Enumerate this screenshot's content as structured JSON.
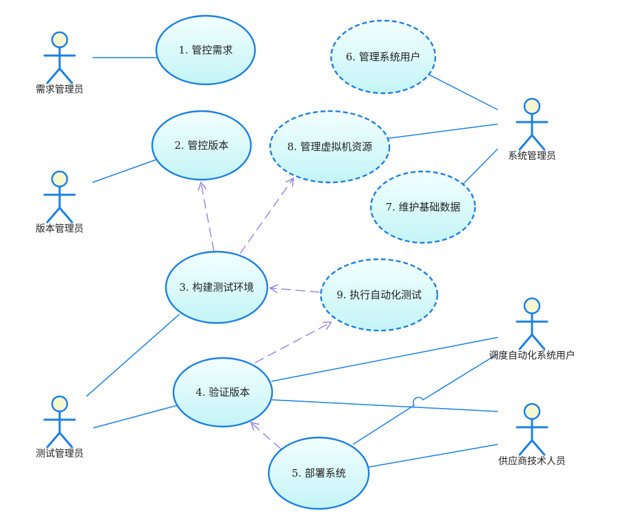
{
  "colors": {
    "stroke": "#1a7fe6",
    "fill_top": "#f3ffff",
    "fill_bottom": "#c4f4f6",
    "actor_head": "#f7f7cf",
    "dependency": "#9a86e6",
    "text": "#222222"
  },
  "actors": {
    "req_admin": "需求管理员",
    "ver_admin": "版本管理员",
    "test_admin": "测试管理员",
    "sys_admin": "系统管理员",
    "auto_user": "调度自动化系统用户",
    "vendor": "供应商技术人员"
  },
  "usecases": {
    "uc1": "1. 管控需求",
    "uc2": "2. 管控版本",
    "uc3": "3. 构建测试环境",
    "uc4": "4. 验证版本",
    "uc5": "5. 部署系统",
    "uc6": "6. 管理系统用户",
    "uc7": "7. 维护基础数据",
    "uc8": "8. 管理虚拟机资源",
    "uc9": "9. 执行自动化测试"
  }
}
